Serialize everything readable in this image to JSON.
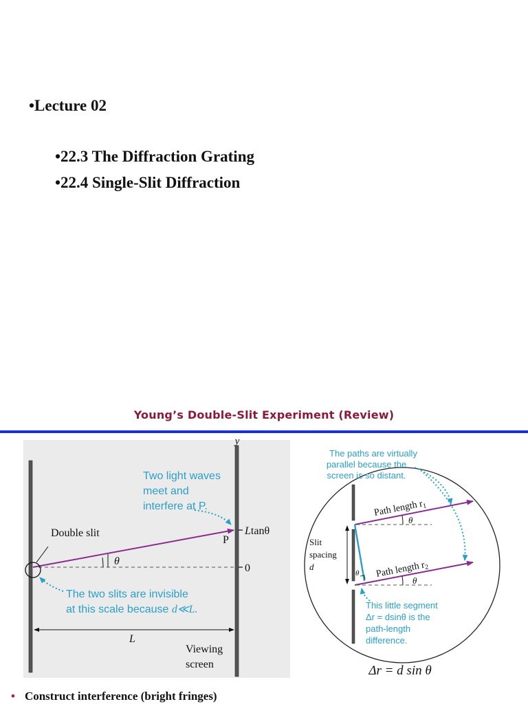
{
  "slide1": {
    "bullets": [
      {
        "text": "•Lecture 02"
      },
      {
        "text": "•22.3 The Diffraction Grating"
      },
      {
        "text": "•22.4 Single-Slit Diffraction"
      }
    ]
  },
  "slide2": {
    "title": "Young’s Double-Slit Experiment (Review)",
    "left_figure": {
      "axis_y": "y",
      "callout_top": [
        "Two light waves",
        "meet and",
        "interfere at P."
      ],
      "label_double_slit": "Double slit",
      "label_theta": "θ",
      "label_P": "P",
      "label_Ltan_L": "L",
      "label_Ltan_rest": "tanθ",
      "label_zero": "0",
      "callout_bottom_line1": "The two slits are invisible",
      "callout_bottom_line2_a": "at this scale because ",
      "callout_bottom_line2_b": "d≪L.",
      "label_L": "L",
      "label_viewing": "Viewing",
      "label_screen": "screen"
    },
    "right_figure": {
      "callout_top": [
        "The paths are virtually",
        "parallel because the",
        "screen is so distant."
      ],
      "path1_label": "Path length r",
      "path1_sub": "1",
      "path2_label": "Path length r",
      "path2_sub": "2",
      "theta": "θ",
      "slit_label": [
        "Slit",
        "spacing",
        "d"
      ],
      "callout_bottom": [
        "This little segment",
        "Δr = dsinθ is the",
        "path-length",
        "difference."
      ],
      "formula": "Δr = d sin θ"
    },
    "bullet": "Construct interference (bright fringes)",
    "colors": {
      "title": "#8b1a3a",
      "rule": "#1a2fd6",
      "ray": "#8a2b8f",
      "callout": "#2a9fc9",
      "bullet_dot": "#c0143c"
    }
  }
}
